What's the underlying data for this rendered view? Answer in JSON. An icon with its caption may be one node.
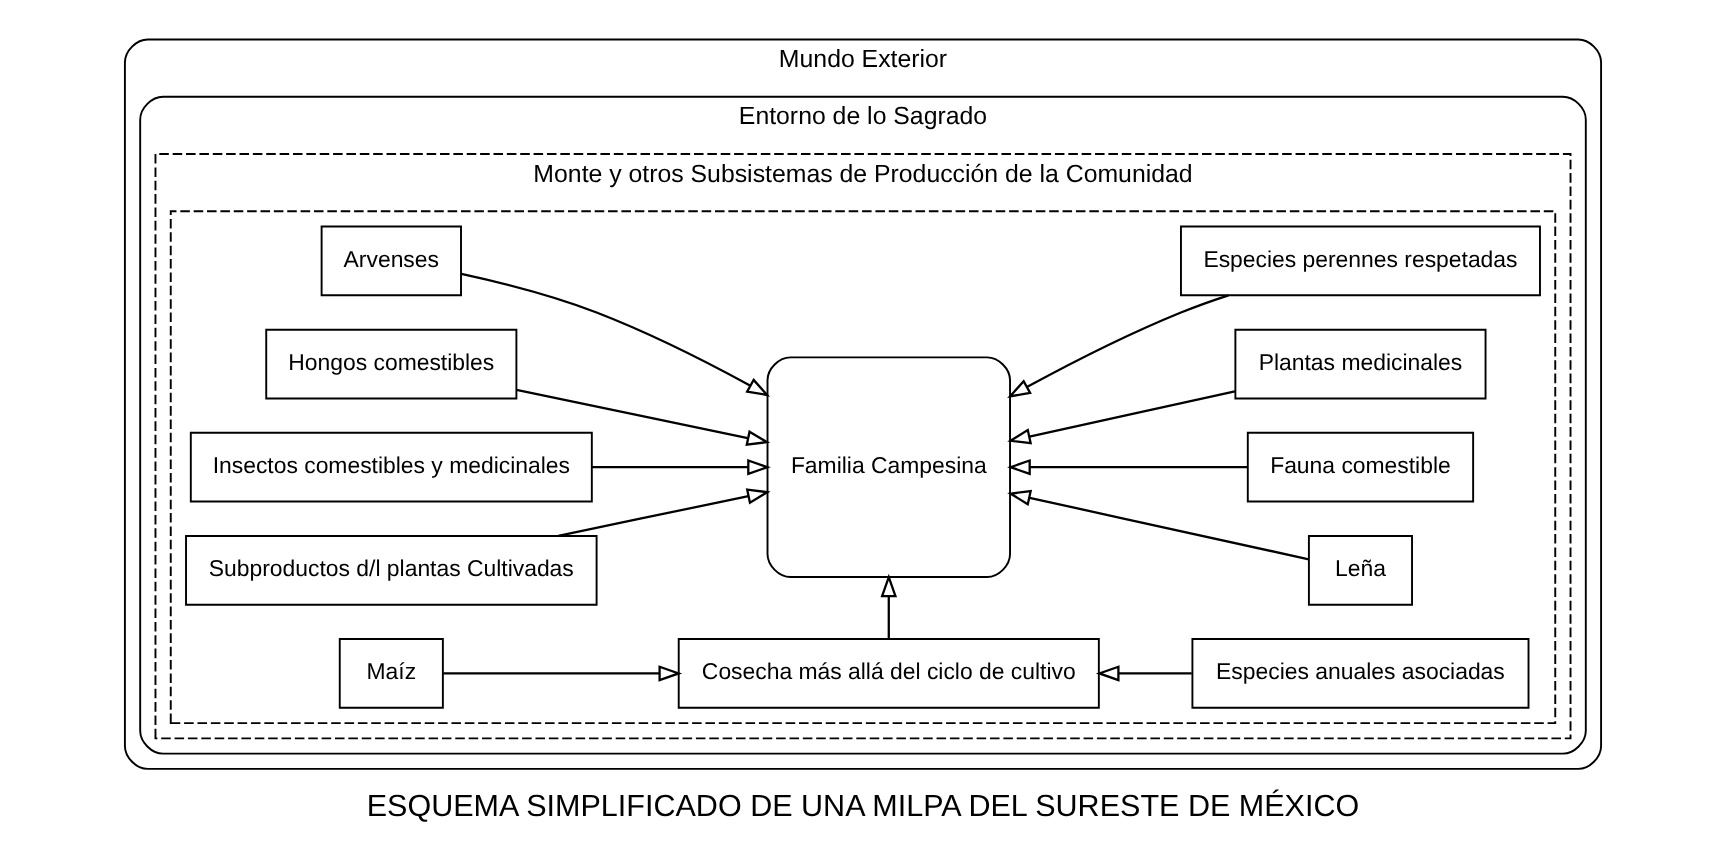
{
  "diagram": {
    "title": "ESQUEMA SIMPLIFICADO DE UNA MILPA DEL SURESTE DE MÉXICO",
    "nodes": [
      {
        "text": [
          "Mundo Exterior"
        ]
      },
      {
        "text": [
          "Entorno de lo Sagrado"
        ],
        "in": 0
      },
      {
        "text": [
          "Monte y otros Subsistemas de Producción de la Comunidad"
        ],
        "in": 1
      },
      {
        "text": [],
        "shape": "box",
        "in": 2
      },
      {
        "text": [
          "Maíz"
        ],
        "in": 3
      },
      {
        "text": [
          "Arvenses"
        ],
        "in": 3
      },
      {
        "text": [
          "Hongos comestibles"
        ],
        "in": 3
      },
      {
        "text": [
          "Insectos comestibles y medicinales"
        ],
        "in": 3
      },
      {
        "text": [
          "Subproductos d/l plantas Cultivadas"
        ],
        "in": 3
      },
      {
        "text": [
          "Cosecha más allá del ciclo de cultivo"
        ],
        "in": 3
      },
      {
        "text": [
          "Familia Campesina"
        ],
        "in": 3
      },
      {
        "text": [
          "Especies anuales asociadas"
        ],
        "in": 3
      },
      {
        "text": [
          "Especies perennes respetadas"
        ],
        "in": 3
      },
      {
        "text": [
          "Leña"
        ],
        "in": 3
      },
      {
        "text": [
          "Fauna comestible"
        ],
        "in": 3
      },
      {
        "text": [
          "Plantas medicinales"
        ],
        "in": 3
      }
    ],
    "edges": [
      {
        "from": 4,
        "to": 9,
        "arrow": "to"
      },
      {
        "from": 5,
        "to": 10,
        "arrow": "to"
      },
      {
        "from": 6,
        "to": 10,
        "arrow": "to"
      },
      {
        "from": 7,
        "to": 10,
        "arrow": "to"
      },
      {
        "from": 8,
        "to": 10,
        "arrow": "to"
      },
      {
        "from": 9,
        "to": 10,
        "arrow": "to"
      },
      {
        "from": 11,
        "to": 9,
        "arrow": "to"
      },
      {
        "from": 12,
        "to": 10,
        "arrow": "to"
      },
      {
        "from": 13,
        "to": 10,
        "arrow": "to"
      },
      {
        "from": 14,
        "to": 10,
        "arrow": "to"
      },
      {
        "from": 15,
        "to": 10,
        "arrow": "to"
      }
    ]
  }
}
